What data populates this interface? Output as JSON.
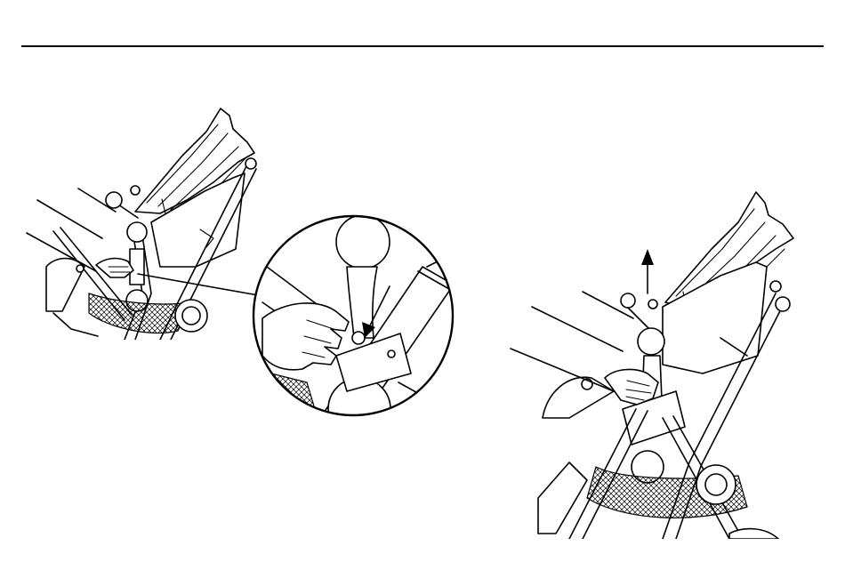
{
  "figure": {
    "panels": [
      "recline-handle-release-step",
      "recline-handle-lift-step"
    ],
    "icons": [
      "zoom-callout",
      "up-arrow-icon",
      "pointer-arrow-icon"
    ]
  }
}
